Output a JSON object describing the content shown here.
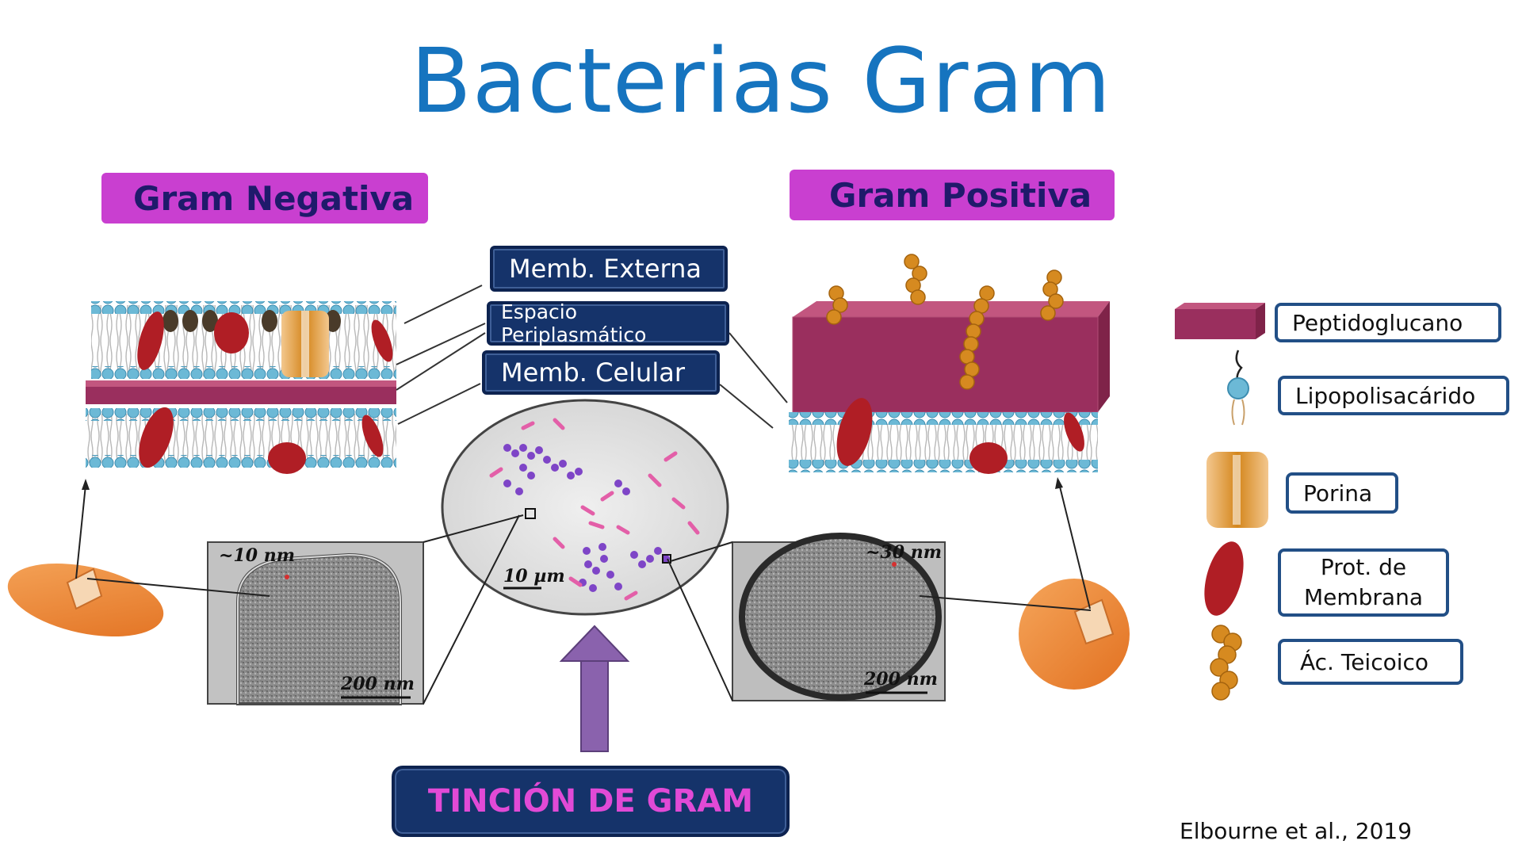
{
  "title": "Bacterias Gram",
  "labels": {
    "gram_negativa": "Gram Negativa",
    "gram_positiva": "Gram Positiva",
    "memb_externa": "Memb. Externa",
    "espacio_periplasmatico": "Espacio Periplasmático",
    "memb_celular": "Memb. Celular",
    "tincion": "TINCIÓN DE GRAM"
  },
  "scale": {
    "neg_thickness": "~10 nm",
    "pos_thickness": "~30 nm",
    "neg_scale": "200 nm",
    "pos_scale": "200 nm",
    "stain_scale": "10 µm"
  },
  "legend": {
    "peptidoglucano": "Peptidoglucano",
    "lipopolisacarido": "Lipopolisacárido",
    "porina": "Porina",
    "prot_line1": "Prot. de",
    "prot_line2": "Membrana",
    "teicoico": "Ác. Teicoico"
  },
  "citation": "Elbourne et al., 2019",
  "colors": {
    "title": "#1674bf",
    "label_magenta": "#c93fd0",
    "label_navy": "#15336a",
    "tincion_text": "#e14ad6",
    "peptidoglycan": "#9a2f5e",
    "lipid_head": "#6cb9d6",
    "protein": "#b01e25",
    "teichoic": "#d68a20",
    "arrow": "#8a62ad"
  }
}
